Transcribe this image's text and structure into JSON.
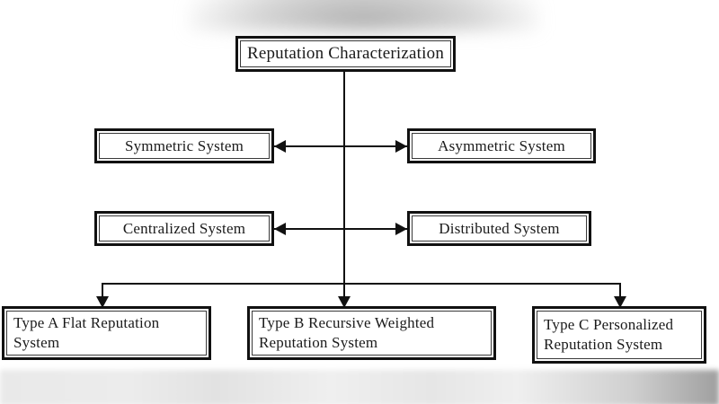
{
  "diagram": {
    "root": {
      "label": "Reputation Characterization"
    },
    "pairs": [
      {
        "left_label": "Symmetric System",
        "right_label": "Asymmetric System"
      },
      {
        "left_label": "Centralized System",
        "right_label": "Distributed System"
      }
    ],
    "types": [
      {
        "label": "Type A Flat Reputation System"
      },
      {
        "label": "Type B Recursive Weighted Reputation System"
      },
      {
        "label": "Type C Personalized Reputation System"
      }
    ],
    "colors": {
      "background": "#ffffff",
      "box_border": "#111111",
      "connector": "#111111",
      "text": "#1a1a1a"
    }
  }
}
